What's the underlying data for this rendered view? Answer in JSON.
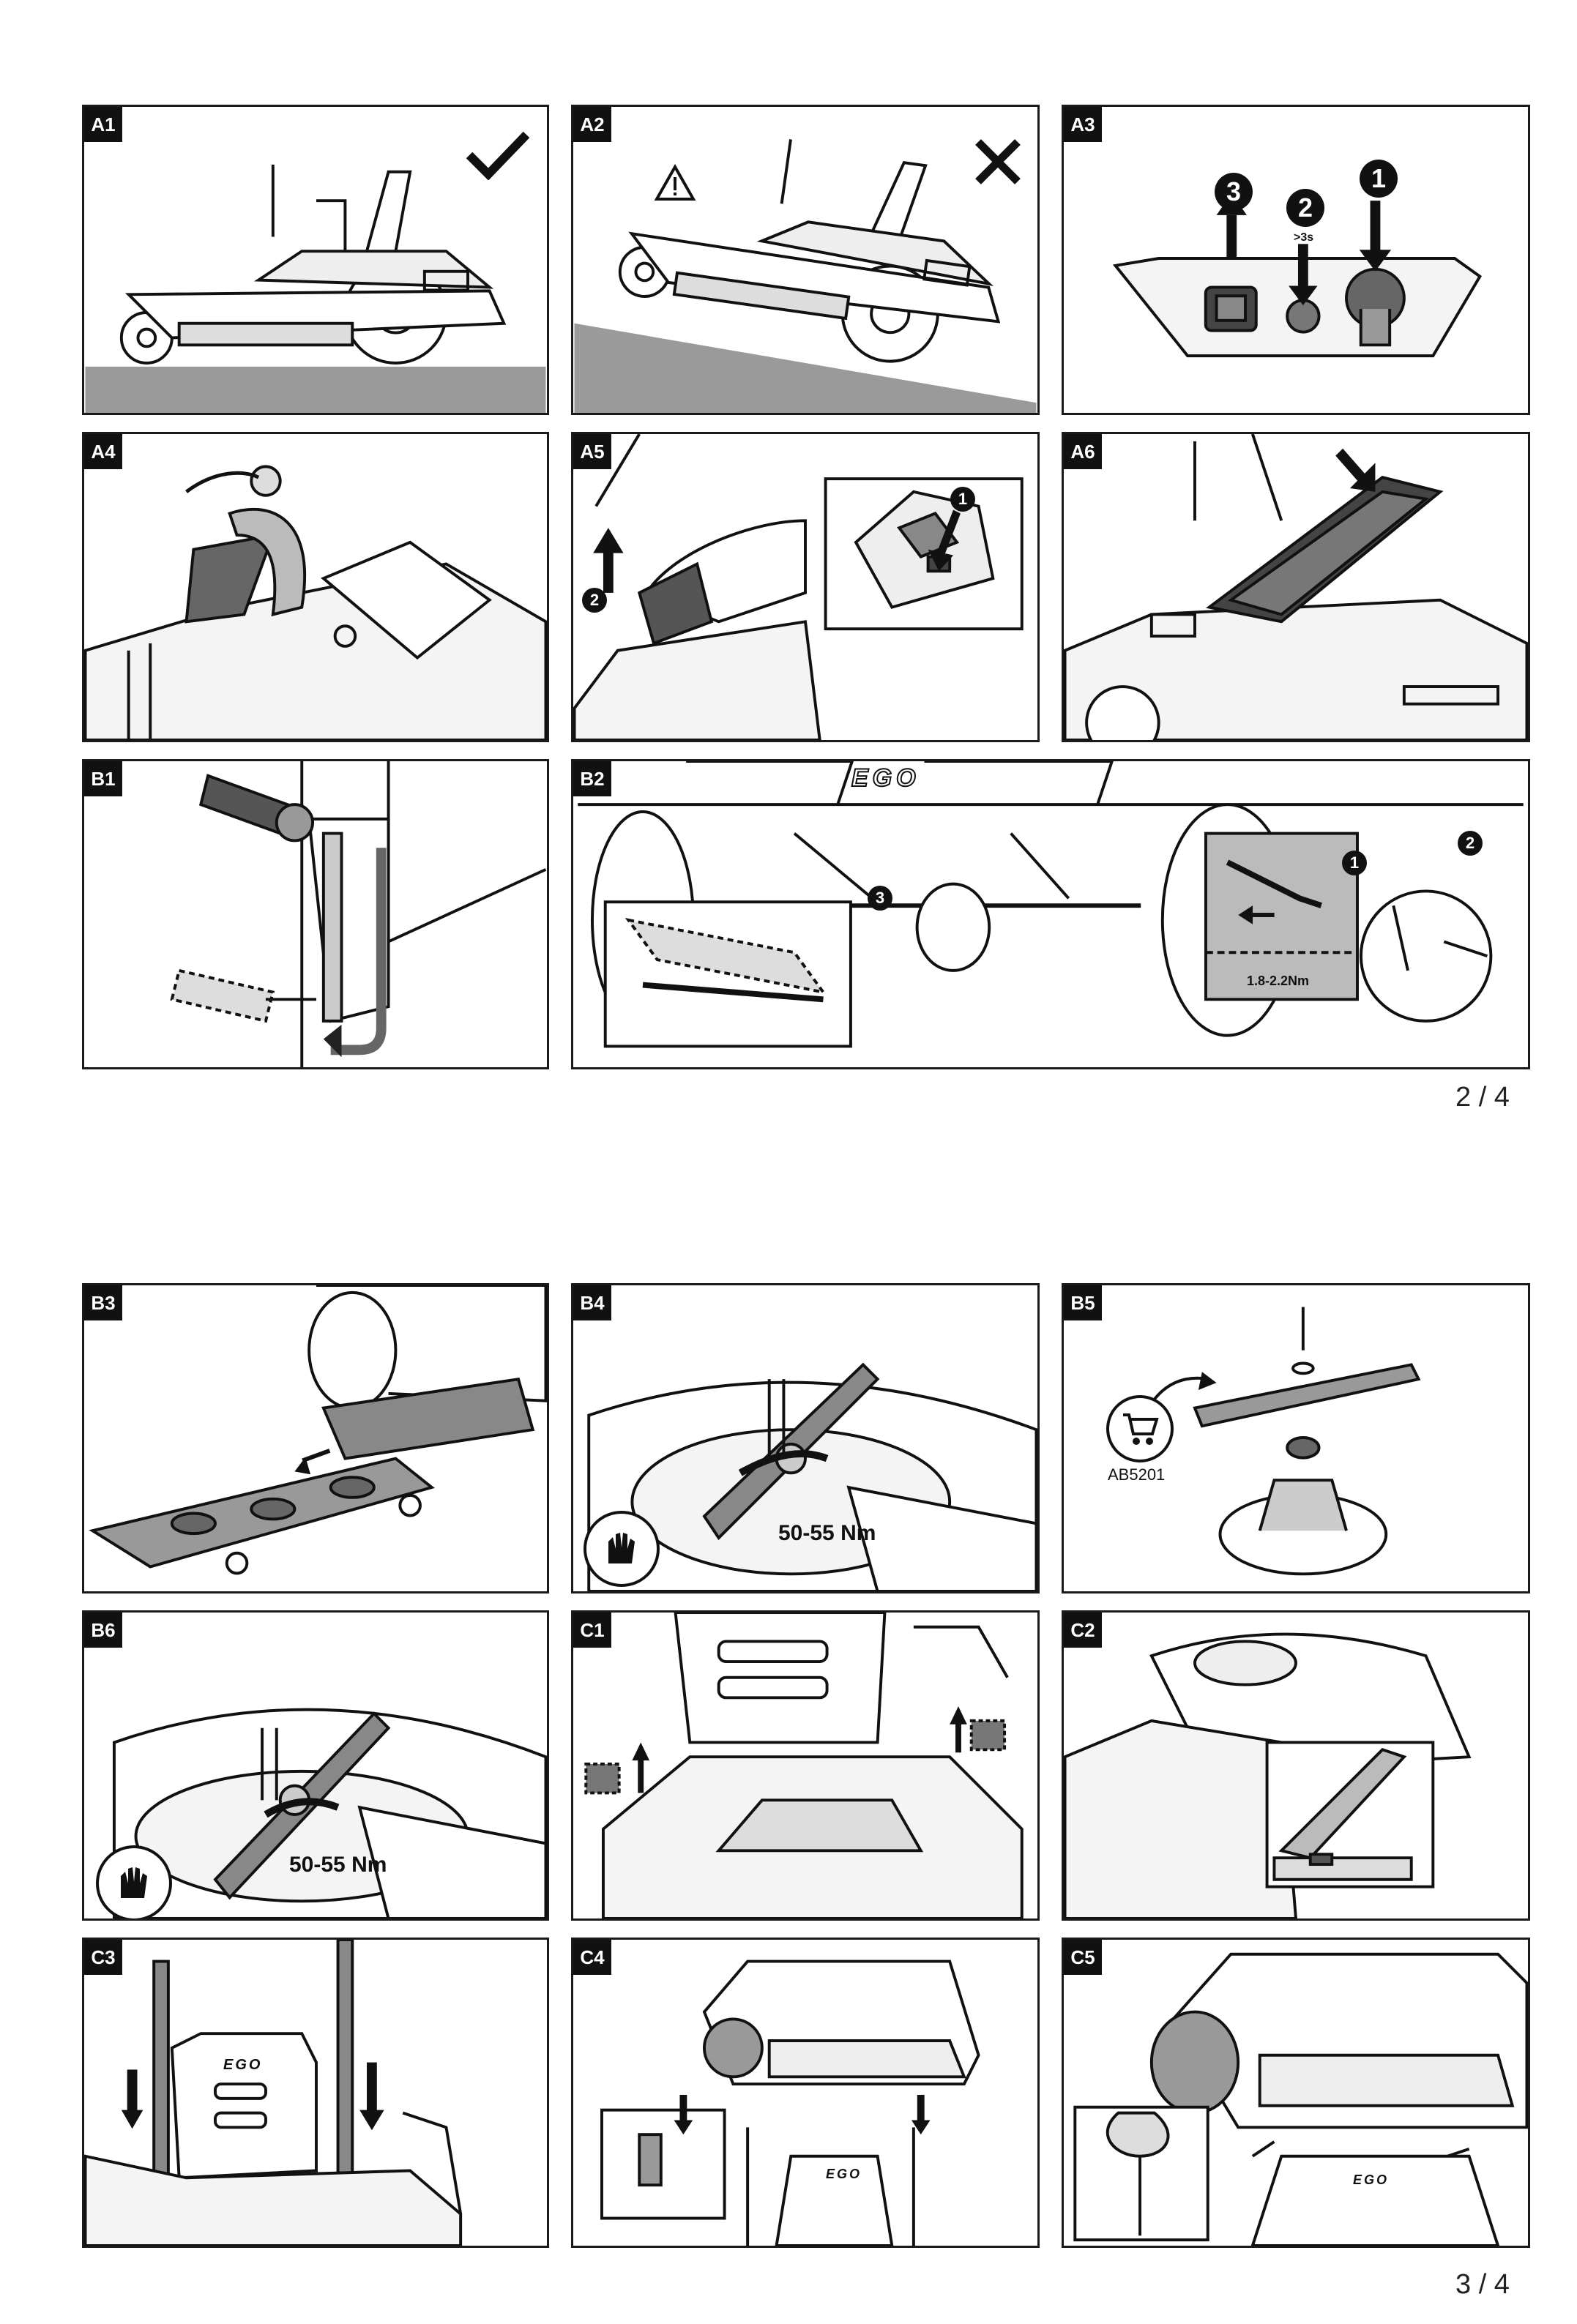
{
  "panels": {
    "a1": {
      "tag": "A1",
      "icon": "checkmark-icon"
    },
    "a2": {
      "tag": "A2",
      "icon": "cross-icon",
      "warning": "warning-triangle-icon"
    },
    "a3": {
      "tag": "A3",
      "step1": "1",
      "step2": "2",
      "step3": "3",
      "hold_label": ">3s"
    },
    "a4": {
      "tag": "A4"
    },
    "a5": {
      "tag": "A5",
      "step1": "1",
      "step2": "2"
    },
    "a6": {
      "tag": "A6"
    },
    "b1": {
      "tag": "B1"
    },
    "b2": {
      "tag": "B2",
      "brand": "EGO",
      "step1": "1",
      "step2": "2",
      "step3": "3",
      "torque": "1.8-2.2Nm"
    },
    "b3": {
      "tag": "B3"
    },
    "b4": {
      "tag": "B4",
      "torque": "50-55 Nm",
      "icon": "gloves-icon"
    },
    "b5": {
      "tag": "B5",
      "part_number": "AB5201",
      "icon": "shopping-cart-icon"
    },
    "b6": {
      "tag": "B6",
      "torque": "50-55 Nm",
      "icon": "gloves-icon"
    },
    "c1": {
      "tag": "C1"
    },
    "c2": {
      "tag": "C2"
    },
    "c3": {
      "tag": "C3",
      "brand": "EGO"
    },
    "c4": {
      "tag": "C4",
      "brand": "EGO"
    },
    "c5": {
      "tag": "C5",
      "brand": "EGO"
    }
  },
  "pages": {
    "top": "2 / 4",
    "bottom": "3 / 4"
  }
}
